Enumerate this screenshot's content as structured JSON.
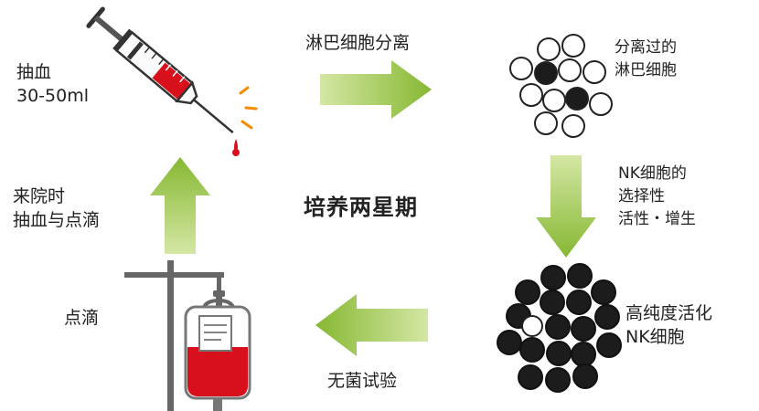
{
  "steps": {
    "blood_draw": {
      "line1": "抽血",
      "line2": "30-50ml"
    },
    "separate": "淋巴细胞分离",
    "separated_cells": {
      "line1": "分离过的",
      "line2": "淋巴细胞"
    },
    "nk_culture": {
      "line1": "NK细胞的",
      "line2": "选择性",
      "line3": "活性・增生"
    },
    "activated_cells": {
      "line1": "高纯度活化",
      "line2": "NK细胞"
    },
    "sterility": "无菌试验",
    "drip": "点滴",
    "return_visit": {
      "line1": "来院时",
      "line2": "抽血与点滴"
    }
  },
  "center_label": "培养两星期",
  "colors": {
    "arrow_light": "#c6dd8e",
    "arrow_dark": "#86b832",
    "blood": "#d8101c",
    "cell_dark": "#1c1c1c",
    "cell_light": "#ffffff"
  },
  "icons": [
    "syringe-icon",
    "iv-drip-bag-icon"
  ]
}
